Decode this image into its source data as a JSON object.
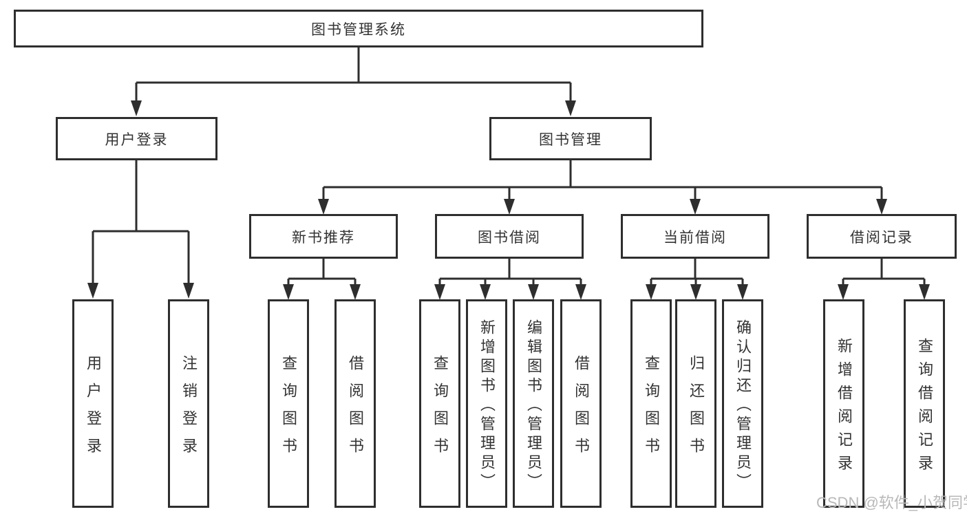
{
  "diagram_title": "图书管理系统",
  "colors": {
    "line": "#2e2e2e",
    "box_border": "#2e2e2e",
    "text": "#333333",
    "background": "#ffffff",
    "watermark": "#b8b8b8"
  },
  "nodes": {
    "root": {
      "label": "图书管理系统"
    },
    "user_login": {
      "label": "用户登录"
    },
    "book_mgmt": {
      "label": "图书管理"
    },
    "new_book_rec": {
      "label": "新书推荐"
    },
    "book_borrow": {
      "label": "图书借阅"
    },
    "current_borrow": {
      "label": "当前借阅"
    },
    "borrow_record": {
      "label": "借阅记录"
    },
    "leaf_user_login": {
      "label": "用户登录"
    },
    "leaf_logout": {
      "label": "注销登录"
    },
    "leaf_query_book_1": {
      "label": "查询图书"
    },
    "leaf_borrow_book_1": {
      "label": "借阅图书"
    },
    "leaf_query_book_2": {
      "label": "查询图书"
    },
    "leaf_add_book_admin": {
      "label": "新增图书（管理员）"
    },
    "leaf_edit_book_admin": {
      "label": "编辑图书（管理员）"
    },
    "leaf_borrow_book_2": {
      "label": "借阅图书"
    },
    "leaf_query_book_3": {
      "label": "查询图书"
    },
    "leaf_return_book": {
      "label": "归还图书"
    },
    "leaf_confirm_return_admin": {
      "label": "确认归还（管理员）"
    },
    "leaf_add_borrow_record": {
      "label": "新增借阅记录"
    },
    "leaf_query_borrow_record": {
      "label": "查询借阅记录"
    }
  },
  "watermark": "CSDN @软件_小贺同学"
}
